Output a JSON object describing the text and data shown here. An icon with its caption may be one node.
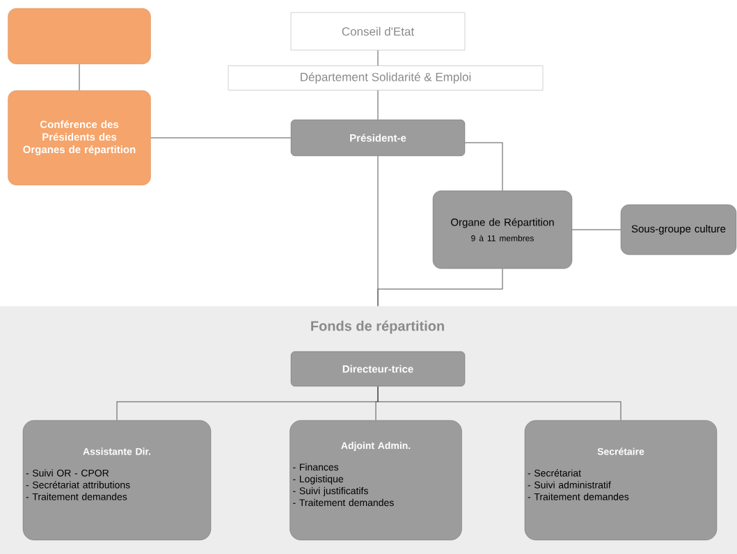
{
  "diagram": {
    "nodes": [
      {
        "text": [],
        "shape": "box"
      },
      {
        "text": [
          "Conférence des Présidents des Organes de répartition"
        ]
      },
      {
        "text": [
          "Conseil d'Etat"
        ]
      },
      {
        "text": [
          "Département Solidarité & Emploi"
        ]
      },
      {
        "text": [
          "Président-e"
        ]
      },
      {
        "text": [
          "Organe de Répartition",
          "9 à 11 membres"
        ]
      },
      {
        "text": [
          "Sous-groupe culture"
        ]
      },
      {
        "text": [
          "Fonds de répartition"
        ]
      },
      {
        "text": [
          "Directeur-trice"
        ],
        "in": 7
      },
      {
        "text": [
          "Assistante Dir.",
          "- Suivi OR - CPOR",
          "- Secrétariat attributions",
          "- Traitement demandes"
        ],
        "in": 7
      },
      {
        "text": [
          "Adjoint Admin.",
          "- Finances",
          "- Logistique",
          "- Suivi justificatifs",
          "- Traitement demandes"
        ],
        "in": 7
      },
      {
        "text": [
          "Secrétaire",
          "- Secrétariat",
          "- Suivi administratif",
          "- Traitement demandes"
        ],
        "in": 7
      }
    ],
    "edges": [
      {
        "from": 0,
        "to": 1,
        "arrow": "none"
      },
      {
        "from": 2,
        "to": 3,
        "arrow": "none"
      },
      {
        "from": 3,
        "to": 4,
        "arrow": "none"
      },
      {
        "from": 1,
        "to": 4,
        "arrow": "none"
      },
      {
        "from": 4,
        "to": 5,
        "arrow": "none"
      },
      {
        "from": 5,
        "to": 6,
        "arrow": "none"
      },
      {
        "from": 4,
        "to": 7,
        "arrow": "none"
      },
      {
        "from": 5,
        "to": 7,
        "arrow": "none"
      },
      {
        "from": 8,
        "to": 9,
        "arrow": "none"
      },
      {
        "from": 8,
        "to": 10,
        "arrow": "none"
      },
      {
        "from": 8,
        "to": 11,
        "arrow": "none"
      }
    ]
  }
}
